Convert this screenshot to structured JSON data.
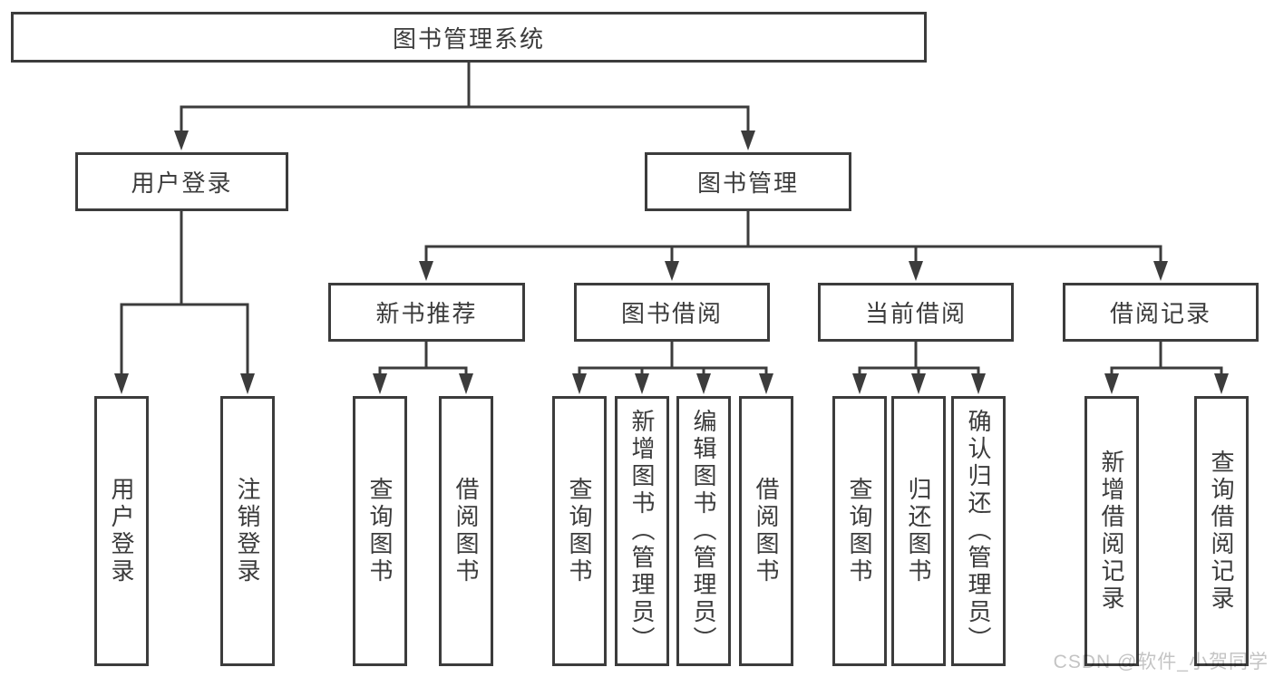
{
  "tree": {
    "label": "图书管理系统",
    "children": [
      {
        "label": "用户登录",
        "children": [
          {
            "label": "用户登录"
          },
          {
            "label": "注销登录"
          }
        ]
      },
      {
        "label": "图书管理",
        "children": [
          {
            "label": "新书推荐",
            "children": [
              {
                "label": "查询图书"
              },
              {
                "label": "借阅图书"
              }
            ]
          },
          {
            "label": "图书借阅",
            "children": [
              {
                "label": "查询图书"
              },
              {
                "label": "新增图书（管理员）"
              },
              {
                "label": "编辑图书（管理员）"
              },
              {
                "label": "借阅图书"
              }
            ]
          },
          {
            "label": "当前借阅",
            "children": [
              {
                "label": "查询图书"
              },
              {
                "label": "归还图书"
              },
              {
                "label": "确认归还（管理员）"
              }
            ]
          },
          {
            "label": "借阅记录",
            "children": [
              {
                "label": "新增借阅记录"
              },
              {
                "label": "查询借阅记录"
              }
            ]
          }
        ]
      }
    ]
  },
  "watermark": {
    "text": "CSDN @软件_小贺同学"
  },
  "colors": {
    "line": "#3c3c3c",
    "box_border": "#3c3c3c",
    "box_fill": "#ffffff",
    "text": "#3b3b3b",
    "watermark": "#c4c4c4",
    "background": "#ffffff"
  }
}
